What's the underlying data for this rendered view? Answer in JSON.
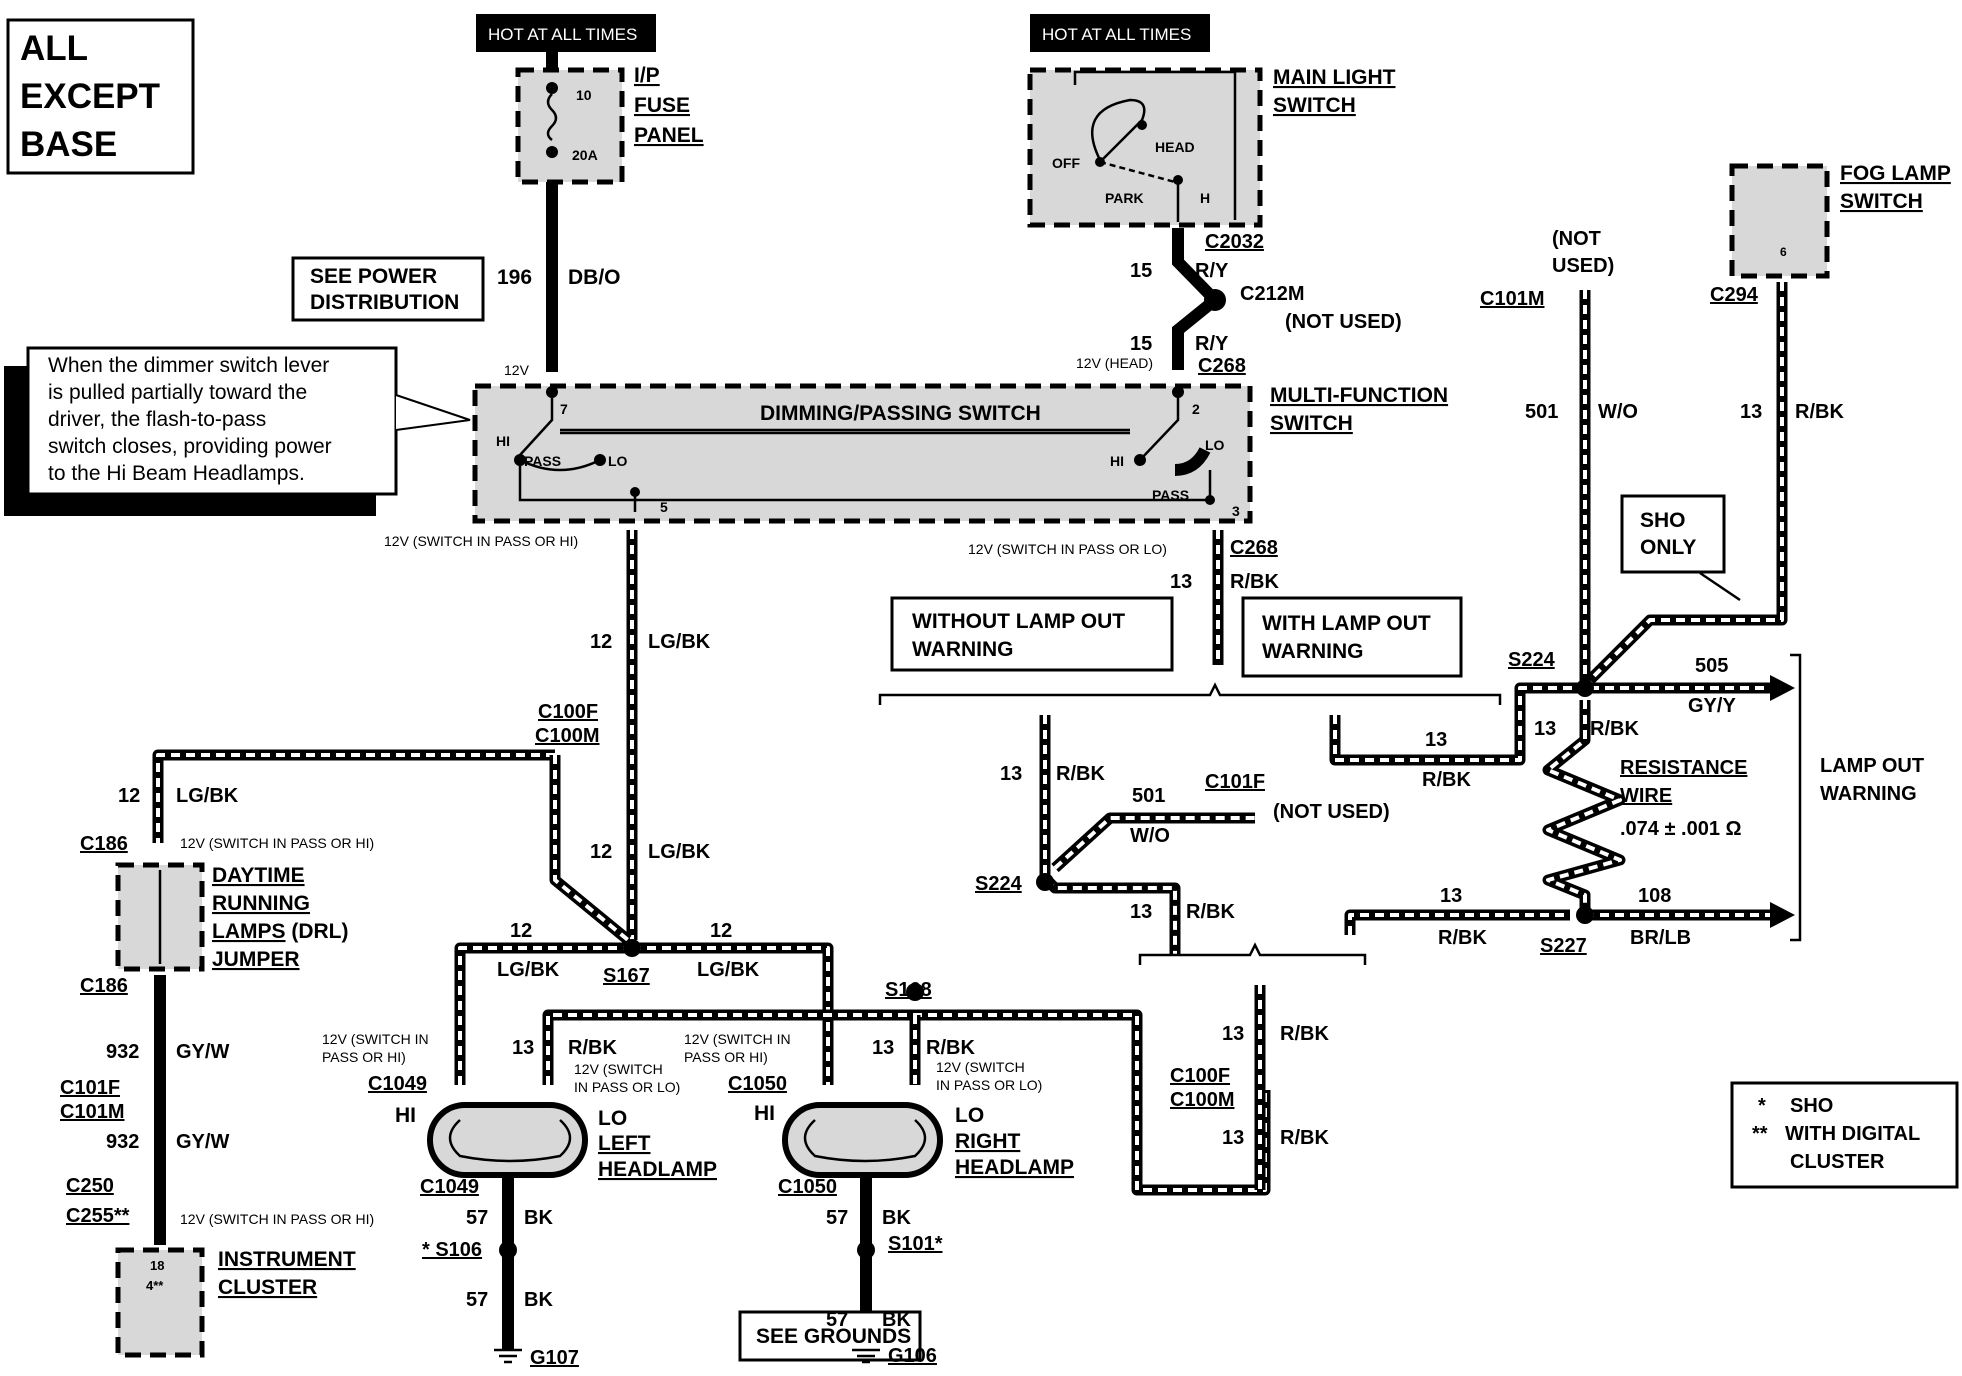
{
  "title_block": {
    "line1": "ALL",
    "line2": "EXCEPT",
    "line3": "BASE"
  },
  "hot_labels": {
    "left": "HOT AT ALL TIMES",
    "right": "HOT AT ALL TIMES"
  },
  "fuse_panel": {
    "label1": "I/P",
    "label2": "FUSE",
    "label3": "PANEL",
    "fuse_number": "10",
    "rating": "20A"
  },
  "main_light_switch": {
    "label1": "MAIN LIGHT",
    "label2": "SWITCH",
    "off": "OFF",
    "park": "PARK",
    "head": "HEAD",
    "h": "H"
  },
  "fog_lamp_switch": {
    "label1": "FOG LAMP",
    "label2": "SWITCH",
    "pin": "6"
  },
  "see_power": {
    "line1": "SEE POWER",
    "line2": "DISTRIBUTION"
  },
  "callout": {
    "line1": "When the dimmer switch lever",
    "line2": "is pulled partially toward the",
    "line3": "driver, the flash-to-pass",
    "line4": "switch closes, providing power",
    "line5": "to the Hi Beam Headlamps."
  },
  "dimming_switch": {
    "title": "DIMMING/PASSING SWITCH",
    "hi_left": "HI",
    "pass_left": "PASS",
    "lo_left": "LO",
    "pin7": "7",
    "pin5": "5",
    "pin2": "2",
    "pin3": "3",
    "hi_right": "HI",
    "lo_right": "LO",
    "pass_right": "PASS"
  },
  "multifunction": {
    "label1": "MULTI-FUNCTION",
    "label2": "SWITCH"
  },
  "connectors": {
    "c2032": "C2032",
    "c212m": "C212M",
    "c212m_note": "(NOT USED)",
    "c268_top": "C268",
    "c268_bottom": "C268",
    "c101m_top": "C101M",
    "c101m_note1": "(NOT",
    "c101m_note2": "USED)",
    "c294": "C294",
    "c100f_left": "C100F",
    "c100m_left": "C100M",
    "c186_top": "C186",
    "c186_bottom": "C186",
    "c101f_left": "C101F",
    "c101m_left": "C101M",
    "c250": "C250",
    "c255": "C255**",
    "c1049_top": "C1049",
    "c1049_bottom": "C1049",
    "c1050_top": "C1050",
    "c1050_bottom": "C1050",
    "c101f_mid": "C101F",
    "c101f_mid_note": "(NOT USED)",
    "c100f_right": "C100F",
    "c100m_right": "C100M"
  },
  "splices": {
    "s224_right": "S224",
    "s224_mid": "S224",
    "s227": "S227",
    "s167": "S167",
    "s168": "S168",
    "s106": "* S106",
    "s101": "S101*"
  },
  "grounds": {
    "g107": "G107",
    "g106": "G106",
    "see_grounds": "SEE GROUNDS"
  },
  "wires": {
    "w196_num": "196",
    "w196_color": "DB/O",
    "w15a_num": "15",
    "w15a_color": "R/Y",
    "w15b_num": "15",
    "w15b_color": "R/Y",
    "w501_num": "501",
    "w501_color": "W/O",
    "w13fog_num": "13",
    "w13fog_color": "R/BK",
    "w13_c268_num": "13",
    "w13_c268_color": "R/BK",
    "w12a_num": "12",
    "w12a_color": "LG/BK",
    "w12b_num": "12",
    "w12b_color": "LG/BK",
    "w12drl_num": "12",
    "w12drl_color": "LG/BK",
    "w12l_num": "12",
    "w12l_color": "LG/BK",
    "w12r_num": "12",
    "w12r_color": "LG/BK",
    "w932a_num": "932",
    "w932a_color": "GY/W",
    "w932b_num": "932",
    "w932b_color": "GY/W",
    "w13ll_num": "13",
    "w13ll_color": "R/BK",
    "w13rl_num": "13",
    "w13rl_color": "R/BK",
    "w57a_num": "57",
    "w57a_color": "BK",
    "w57b_num": "57",
    "w57b_color": "BK",
    "w57c_num": "57",
    "w57c_color": "BK",
    "w57d_num": "57",
    "w57d_color": "BK",
    "w13ws_num": "13",
    "w13ws_color": "R/BK",
    "w501m_num": "501",
    "w501m_color": "W/O",
    "w13mid_num": "13",
    "w13mid_color": "R/BK",
    "w13wl_num": "13",
    "w13wl_color": "R/BK",
    "w13rw_num": "13",
    "w13rw_color": "R/BK",
    "w505_num": "505",
    "w505_color": "GY/Y",
    "w13s227_num": "13",
    "w13s227_color": "R/BK",
    "w108_num": "108",
    "w108_color": "BR/LB",
    "w13c100a_num": "13",
    "w13c100a_color": "R/BK",
    "w13c100b_num": "13",
    "w13c100b_color": "R/BK"
  },
  "voltage_notes": {
    "v12": "12V",
    "v12head": "12V (HEAD)",
    "pass_hi": "12V (SWITCH IN  PASS OR HI)",
    "pass_lo": "12V (SWITCH IN  PASS OR LO)",
    "drl": "12V (SWITCH IN PASS OR HI)",
    "cluster": "12V (SWITCH IN PASS OR HI)",
    "ll_hi1": "12V (SWITCH IN",
    "ll_hi2": "PASS OR HI)",
    "ll_lo1": "12V (SWITCH",
    "ll_lo2": "IN PASS OR LO)",
    "rl_hi1": "12V (SWITCH IN",
    "rl_hi2": "PASS OR HI)",
    "rl_lo1": "12V (SWITCH",
    "rl_lo2": "IN PASS OR LO)"
  },
  "options": {
    "without": "WITHOUT LAMP OUT",
    "without2": "WARNING",
    "with": "WITH LAMP OUT",
    "with2": "WARNING",
    "sho1": "SHO",
    "sho2": "ONLY"
  },
  "drl": {
    "l1": "DAYTIME",
    "l2": "RUNNING",
    "l3": "LAMPS",
    "l3b": " (DRL)",
    "l4": "JUMPER"
  },
  "cluster": {
    "l1": "INSTRUMENT",
    "l2": "CLUSTER",
    "pin1": "18",
    "pin2": "4**"
  },
  "headlamps": {
    "left_hi": "HI",
    "left_lo": "LO",
    "left_name1": "LEFT",
    "left_name2": "HEADLAMP",
    "right_hi": "HI",
    "right_lo": "LO",
    "right_name1": "RIGHT",
    "right_name2": "HEADLAMP"
  },
  "resistance": {
    "l1": "RESISTANCE",
    "l2": "WIRE",
    "value": ".074 ± .001 Ω"
  },
  "lamp_out": {
    "l1": "LAMP OUT",
    "l2": "WARNING"
  },
  "legend": {
    "star": "*",
    "star_text": "SHO",
    "dstar": "**",
    "dstar_text": "WITH DIGITAL",
    "dstar_text2": "CLUSTER"
  }
}
